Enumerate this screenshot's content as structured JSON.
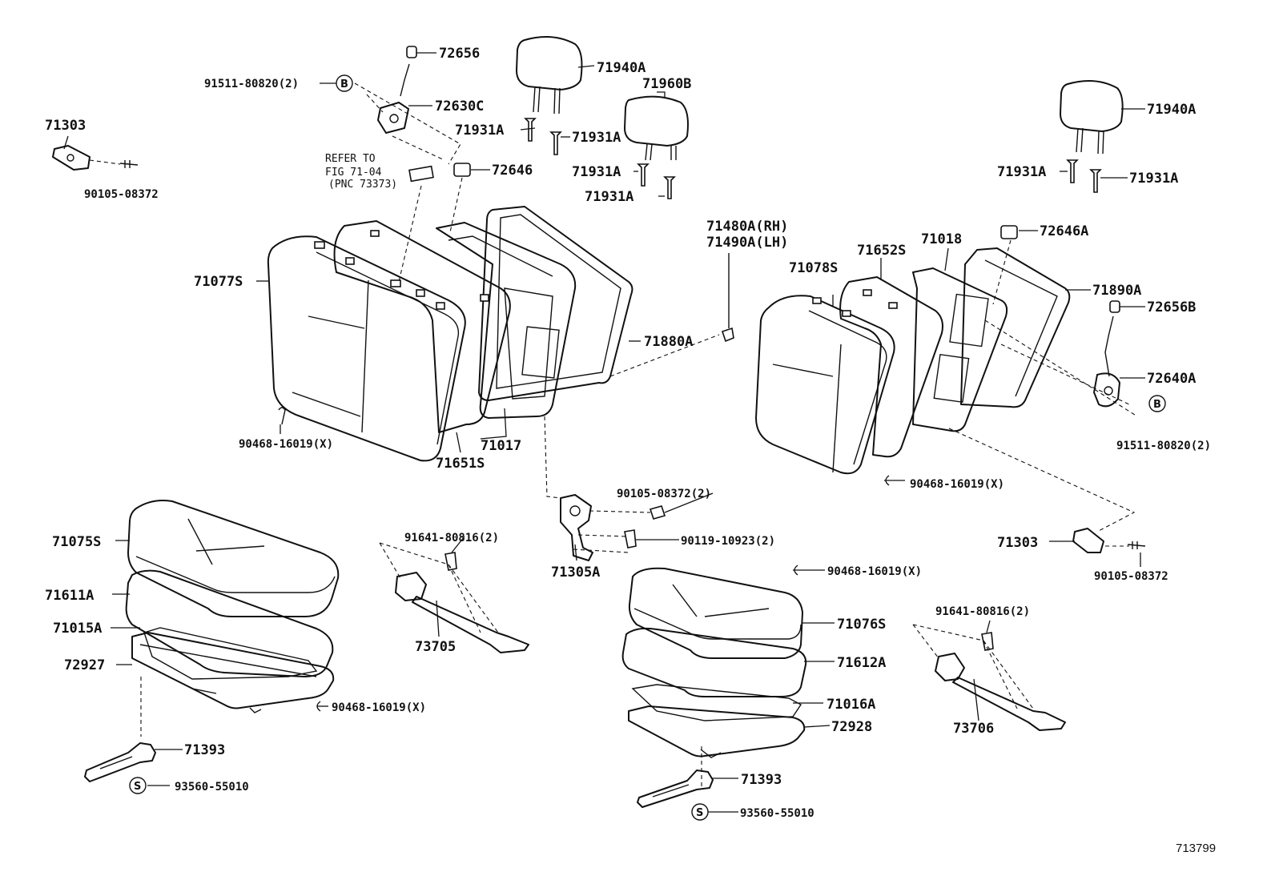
{
  "diagram": {
    "reference_number": "713799",
    "note": [
      "REFER TO",
      "FIG 71-04",
      "(PNC 73373)"
    ],
    "labels": {
      "l_72656": "72656",
      "l_71940A_a": "71940A",
      "l_71960B": "71960B",
      "l_91511_a": "91511-80820(2)",
      "l_b_a": "B",
      "l_72630C": "72630C",
      "l_71303_a": "71303",
      "l_71931A_a": "71931A",
      "l_71931A_b": "71931A",
      "l_90105_a": "90105-08372",
      "l_72646": "72646",
      "l_71931A_c": "71931A",
      "l_71931A_d": "71931A",
      "l_71940A_b": "71940A",
      "l_71931A_e": "71931A",
      "l_71931A_f": "71931A",
      "l_71480A": "71480A(RH)",
      "l_71490A": "71490A(LH)",
      "l_71078S": "71078S",
      "l_71652S": "71652S",
      "l_71018": "71018",
      "l_72646A": "72646A",
      "l_71077S": "71077S",
      "l_71890A": "71890A",
      "l_72656B": "72656B",
      "l_71880A": "71880A",
      "l_72640A": "72640A",
      "l_b_b": "B",
      "l_91511_b": "91511-80820(2)",
      "l_90468_a": "90468-16019(X)",
      "l_71017": "71017",
      "l_71651S": "71651S",
      "l_90468_b": "90468-16019(X)",
      "l_90105_b": "90105-08372(2)",
      "l_71075S": "71075S",
      "l_91641_a": "91641-80816(2)",
      "l_90119": "90119-10923(2)",
      "l_71303_b": "71303",
      "l_71305A": "71305A",
      "l_90105_c": "90105-08372",
      "l_71611A": "71611A",
      "l_90468_c": "90468-16019(X)",
      "l_71015A": "71015A",
      "l_71076S": "71076S",
      "l_91641_b": "91641-80816(2)",
      "l_73705": "73705",
      "l_72927": "72927",
      "l_71612A": "71612A",
      "l_90468_d": "90468-16019(X)",
      "l_71016A": "71016A",
      "l_72928": "72928",
      "l_73706": "73706",
      "l_71393_a": "71393",
      "l_71393_b": "71393",
      "l_s_a": "S",
      "l_93560_a": "93560-55010",
      "l_s_b": "S",
      "l_93560_b": "93560-55010"
    }
  }
}
